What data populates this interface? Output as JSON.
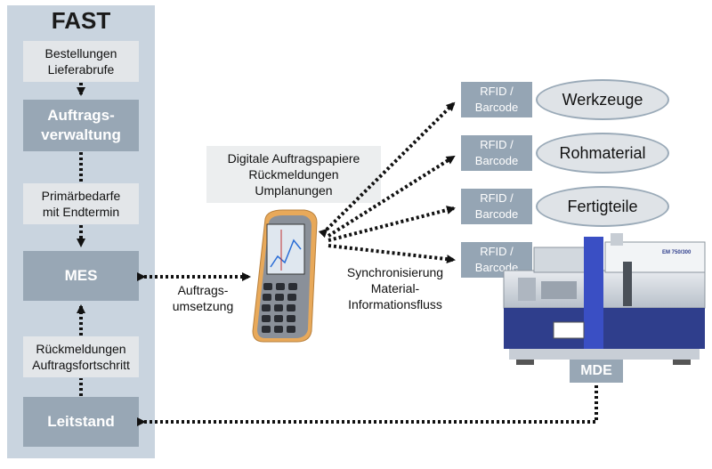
{
  "fast": {
    "title": "FAST",
    "bestellungen": "Bestellungen\nLieferabrufe",
    "auftragsverwaltung": "Auftrags-\nverwaltung",
    "primaerbedarfe": "Primärbedarfe\nmit Endtermin",
    "mes": "MES",
    "rueckmeldungen": "Rückmeldungen\nAuftragsfortschritt",
    "leitstand": "Leitstand"
  },
  "center": {
    "digitale": "Digitale Auftragspapiere\nRückmeldungen\nUmplanungen",
    "auftragsumsetzung": "Auftrags-\numsetzung",
    "synchronisierung": "Synchronisierung\nMaterial-\nInformationsfluss"
  },
  "rfid_label": "RFID /\nBarcode",
  "right": {
    "werkzeuge": "Werkzeuge",
    "rohmaterial": "Rohmaterial",
    "fertigteile": "Fertigteile",
    "mde": "MDE",
    "machine_model": "EM 750/300"
  },
  "colors": {
    "panel": "#c9d4df",
    "dark_box": "#98a7b5",
    "light_box": "#e3e6e9",
    "machine_blue": "#2f3e8c"
  },
  "icons": {
    "handheld": "handheld-terminal-icon",
    "machine": "injection-molding-machine-icon"
  }
}
